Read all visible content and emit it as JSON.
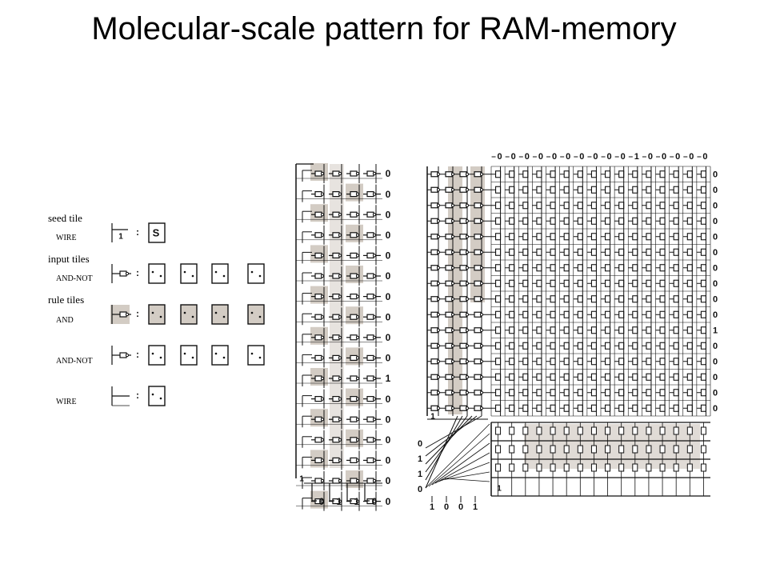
{
  "title": "Molecular-scale pattern for RAM-memory",
  "legend": {
    "seed_tile_heading": "seed tile",
    "seed_wire_label": "WIRE",
    "seed_tile_mark": "S",
    "input_tiles_heading": "input tiles",
    "input_and_not_label": "AND-NOT",
    "rule_tiles_heading": "rule tiles",
    "rule_and_label": "AND",
    "rule_and_not_label": "AND-NOT",
    "rule_wire_label": "WIRE",
    "colon": ":"
  },
  "middle_grid": {
    "right_outputs": [
      "0",
      "0",
      "0",
      "0",
      "0",
      "0",
      "0",
      "0",
      "0",
      "0",
      "1",
      "0",
      "0",
      "0",
      "0",
      "0",
      "0"
    ],
    "bottom_labels": [
      "0",
      "1",
      "1",
      "0"
    ],
    "seed_digit": "1"
  },
  "big_grid": {
    "top_labels": [
      "0",
      "0",
      "0",
      "0",
      "0",
      "0",
      "0",
      "0",
      "0",
      "0",
      "1",
      "0",
      "0",
      "0",
      "0",
      "0"
    ],
    "right_outputs": [
      "0",
      "0",
      "0",
      "0",
      "0",
      "0",
      "0",
      "0",
      "0",
      "0",
      "1",
      "0",
      "0",
      "0",
      "0",
      "0"
    ],
    "left_address": [
      "0",
      "1",
      "1",
      "0"
    ],
    "bottom_address": [
      "1",
      "0",
      "0",
      "1"
    ],
    "seed_digit": "1"
  },
  "colors": {
    "shade": "#d3ccc4",
    "ink": "#111111"
  }
}
